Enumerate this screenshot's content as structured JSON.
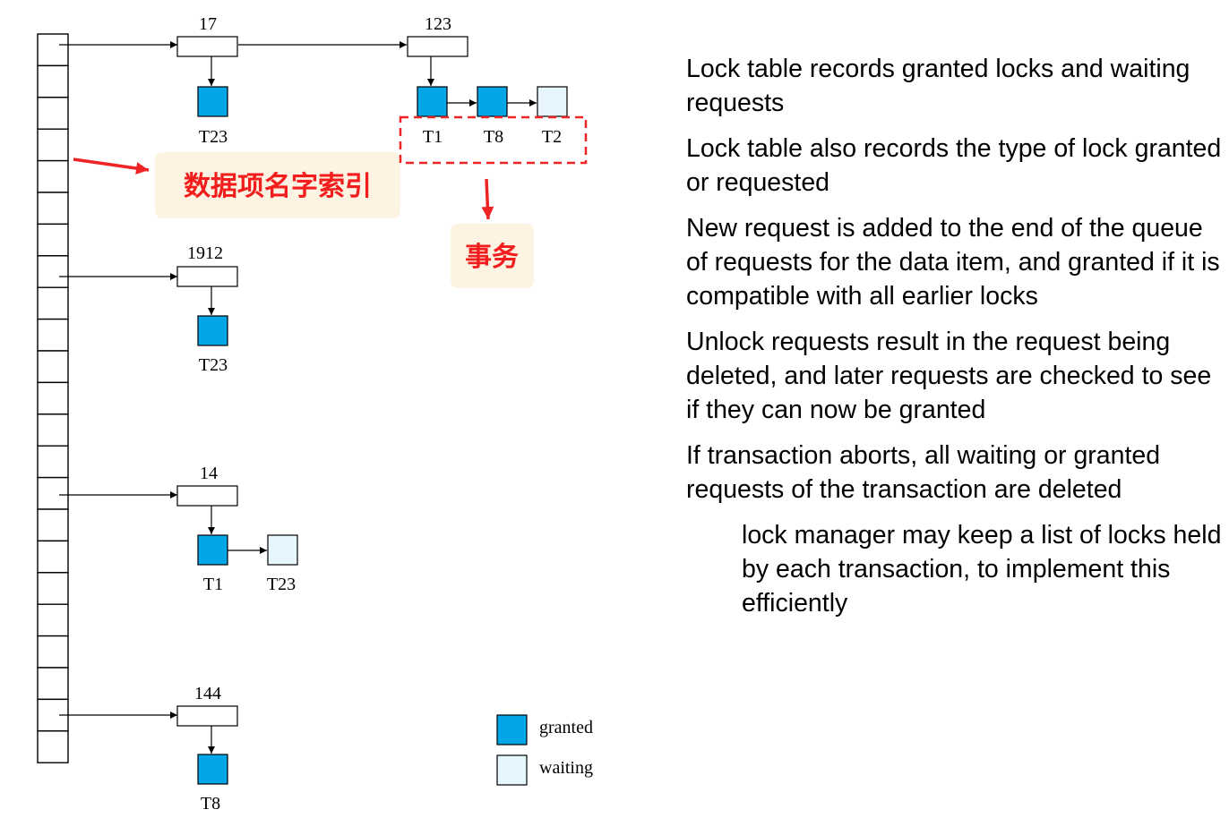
{
  "lock_table": {
    "slot_count": 23,
    "entries": [
      {
        "id": "17",
        "slot": 0,
        "requests": [
          {
            "txn": "T23",
            "status": "granted"
          }
        ]
      },
      {
        "id": "123",
        "slot": 0,
        "requests": [
          {
            "txn": "T1",
            "status": "granted"
          },
          {
            "txn": "T8",
            "status": "granted"
          },
          {
            "txn": "T2",
            "status": "waiting"
          }
        ]
      },
      {
        "id": "1912",
        "slot": 7,
        "requests": [
          {
            "txn": "T23",
            "status": "granted"
          }
        ]
      },
      {
        "id": "14",
        "slot": 14,
        "requests": [
          {
            "txn": "T1",
            "status": "granted"
          },
          {
            "txn": "T23",
            "status": "waiting"
          }
        ]
      },
      {
        "id": "144",
        "slot": 21,
        "requests": [
          {
            "txn": "T8",
            "status": "granted"
          }
        ]
      }
    ]
  },
  "annotations": {
    "index_label": "数据项名字索引",
    "transaction_label": "事务"
  },
  "legend": {
    "granted": "granted",
    "waiting": "waiting"
  },
  "colors": {
    "granted": "#00a6e6",
    "waiting": "#e6f6fc",
    "annotation_text": "#f21d1d",
    "annotation_bg": "#fdf3e3",
    "highlight": "#ee2424"
  },
  "notes": {
    "p1": "Lock table records  granted locks and waiting requests",
    "p2": "Lock table also records the type of lock granted or requested",
    "p3": "New request is added to the end of the queue of requests for the data item, and granted if it is compatible with all earlier locks",
    "p4": "Unlock requests result in the request being deleted, and later requests are checked to see if they can now be granted",
    "p5": "If transaction aborts, all waiting or granted requests of the transaction are deleted",
    "p6": "lock manager may keep a list of locks held by each transaction, to implement this efficiently"
  }
}
